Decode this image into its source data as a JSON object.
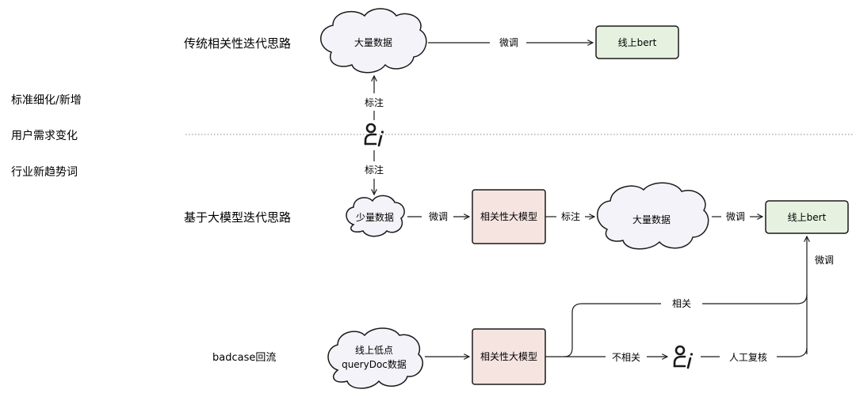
{
  "left_labels": {
    "traditional": "传统相关性迭代思路",
    "l1": "标准细化/新增",
    "l2": "用户需求变化",
    "l3": "行业新趋势词",
    "llm": "基于大模型迭代思路",
    "badcase": "badcase回流"
  },
  "top": {
    "cloud": "大量数据",
    "edge_finetune": "微调",
    "online_bert": "线上bert",
    "annotate_up": "标注"
  },
  "person": {
    "annotate_down": "标注"
  },
  "middle": {
    "small_cloud": "少量数据",
    "finetune1": "微调",
    "model": "相关性大模型",
    "annotate": "标注",
    "big_cloud": "大量数据",
    "finetune2": "微调",
    "online_bert": "线上bert",
    "finetune3": "微调"
  },
  "bottom": {
    "cloud_line1": "线上低点",
    "cloud_line2": "queryDoc数据",
    "model": "相关性大模型",
    "relevant": "相关",
    "not_relevant": "不相关",
    "manual_review": "人工复核"
  },
  "colors": {
    "model_fill": "#f6e4e1",
    "bert_fill": "#e6f1e0",
    "cloud_fill": "#f4f3f9",
    "stroke": "#1a1a1a",
    "divider": "#888888"
  }
}
